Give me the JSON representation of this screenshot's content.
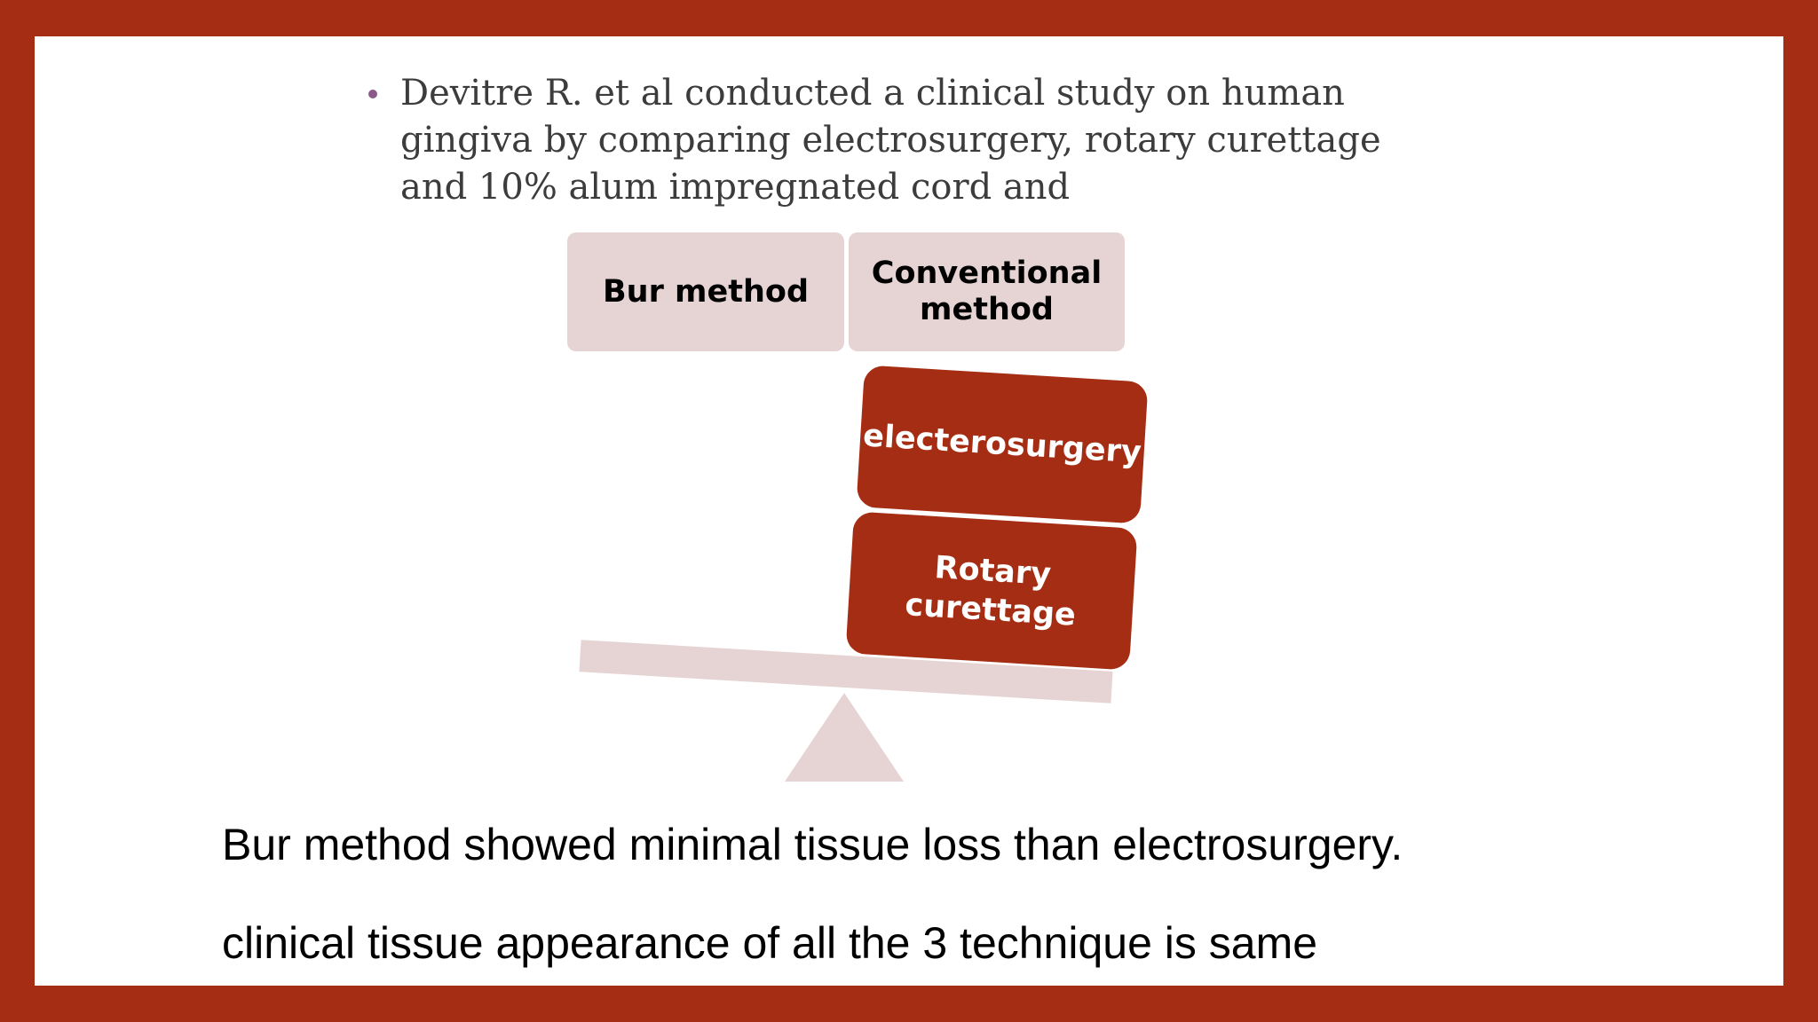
{
  "intro_text": "Devitre R. et al  conducted a clinical study on human gingiva by comparing electrosurgery, rotary curettage and 10% alum impregnated cord and",
  "diagram": {
    "headers": [
      "Bur method",
      "Conventional method"
    ],
    "stacked_items": [
      "electerosurgery",
      "Rotary curettage"
    ]
  },
  "conclusions": [
    "Bur method showed minimal tissue loss than electrosurgery.",
    "clinical tissue appearance of all the 3 technique is same"
  ],
  "colors": {
    "frame": "#a52d13",
    "box_light": "#e6d3d3",
    "box_dark": "#a52d13"
  }
}
